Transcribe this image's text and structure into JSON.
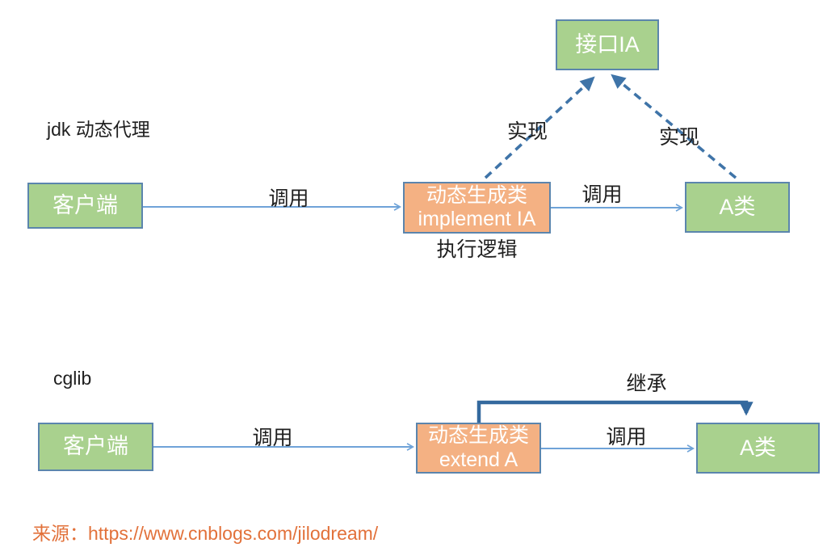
{
  "colors": {
    "background": "#ffffff",
    "box_green": "#a9d18e",
    "box_orange": "#f4b183",
    "box_border": "#5b85ad",
    "arrow_thin": "#6fa3d8",
    "arrow_dashed": "#3f74a8",
    "arrow_thick": "#34699e",
    "text_dark": "#1f1f1f",
    "text_box": "#ffffff",
    "source_text": "#e2713a"
  },
  "jdk": {
    "section_label": "jdk 动态代理",
    "interface_box": "接口IA",
    "client_box": "客户端",
    "proxy_box_line1": "动态生成类",
    "proxy_box_line2": "implement IA",
    "proxy_caption": "执行逻辑",
    "target_box": "A类",
    "call_left_label": "调用",
    "call_right_label": "调用",
    "implement_left_label": "实现",
    "implement_right_label": "实现"
  },
  "cglib": {
    "section_label": "cglib",
    "client_box": "客户端",
    "proxy_box_line1": "动态生成类",
    "proxy_box_line2": "extend A",
    "target_box": "A类",
    "call_left_label": "调用",
    "call_right_label": "调用",
    "inherit_label": "继承"
  },
  "footer": {
    "source": "来源：https://www.cnblogs.com/jilodream/"
  }
}
